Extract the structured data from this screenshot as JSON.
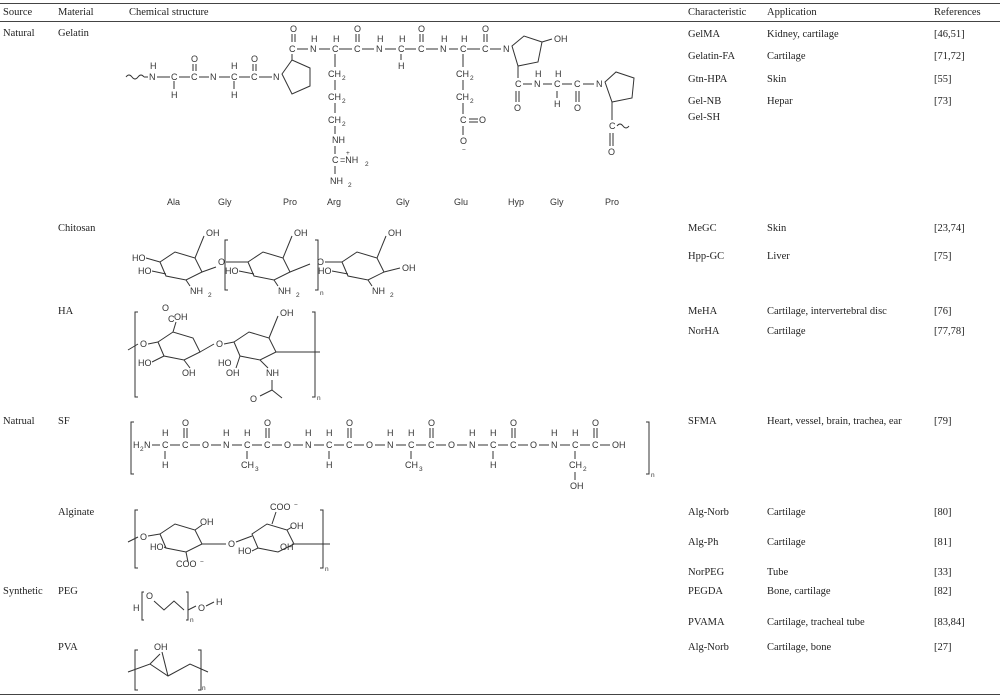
{
  "headers": {
    "source": "Source",
    "material": "Material",
    "structure": "Chemical structure",
    "characteristic": "Characteristic",
    "application": "Application",
    "references": "References"
  },
  "sources": [
    "Natural",
    "Natrual",
    "Synthetic"
  ],
  "materials": [
    "Gelatin",
    "Chitosan",
    "HA",
    "SF",
    "Alginate",
    "PEG",
    "PVA"
  ],
  "entries": [
    {
      "characteristic": "GelMA",
      "application": "Kidney, cartilage",
      "references": "[46,51]"
    },
    {
      "characteristic": "Gelatin-FA",
      "application": "Cartilage",
      "references": "[71,72]"
    },
    {
      "characteristic": "Gtn-HPA",
      "application": "Skin",
      "references": "[55]"
    },
    {
      "characteristic": "Gel-NB",
      "application": "Hepar",
      "references": "[73]"
    },
    {
      "characteristic": "Gel-SH",
      "application": "",
      "references": ""
    },
    {
      "characteristic": "MeGC",
      "application": "Skin",
      "references": "[23,74]"
    },
    {
      "characteristic": "Hpp-GC",
      "application": "Liver",
      "references": "[75]"
    },
    {
      "characteristic": "MeHA",
      "application": "Cartilage, intervertebral disc",
      "references": "[76]"
    },
    {
      "characteristic": "NorHA",
      "application": "Cartilage",
      "references": "[77,78]"
    },
    {
      "characteristic": "SFMA",
      "application": "Heart, vessel, brain, trachea, ear",
      "references": "[79]"
    },
    {
      "characteristic": "Alg-Norb",
      "application": "Cartilage",
      "references": "[80]"
    },
    {
      "characteristic": "Alg-Ph",
      "application": "Cartilage",
      "references": "[81]"
    },
    {
      "characteristic": "NorPEG",
      "application": "Tube",
      "references": "[33]"
    },
    {
      "characteristic": "PEGDA",
      "application": "Bone, cartilage",
      "references": "[82]"
    },
    {
      "characteristic": "PVAMA",
      "application": "Cartilage, tracheal tube",
      "references": "[83,84]"
    },
    {
      "characteristic": "Alg-Norb",
      "application": "Cartilage, bone",
      "references": "[27]"
    }
  ],
  "gelatin_residues": [
    "Ala",
    "Gly",
    "Pro",
    "Arg",
    "Gly",
    "Glu",
    "Hyp",
    "Gly",
    "Pro"
  ],
  "chem_labels": {
    "h": "H",
    "n": "N",
    "c": "C",
    "o": "O",
    "oh": "OH",
    "ho": "HO",
    "nh2": "NH",
    "nh2sub": "2",
    "ch2": "CH",
    "ch2sub": "2",
    "ch3": "CH",
    "ch3sub": "3",
    "h2n": "H",
    "h2nsub": "2",
    "coo": "COO",
    "minus": "−",
    "plus": "+",
    "eqnh2": "=NH",
    "n_sub": "n"
  }
}
